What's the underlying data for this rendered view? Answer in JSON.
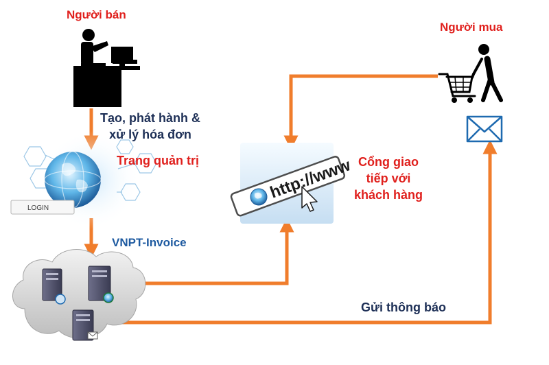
{
  "seller": {
    "label": "Người bán"
  },
  "buyer": {
    "label": "Người mua"
  },
  "admin_step": {
    "line1": "Tạo, phát hành &",
    "line2": "xử lý hóa đơn"
  },
  "admin_portal": {
    "label": "Trang quản trị",
    "login_label": "LOGIN"
  },
  "system": {
    "label": "VNPT-Invoice"
  },
  "customer_portal": {
    "line1": "Cổng giao",
    "line2": "tiếp với",
    "line3": "khách hàng",
    "url_text": "http://www"
  },
  "notification": {
    "label": "Gửi thông báo"
  },
  "colors": {
    "arrow": "#f07d2c",
    "red_text": "#e0201d",
    "navy_text": "#1d2f56",
    "blue_text": "#1e5aa0"
  }
}
